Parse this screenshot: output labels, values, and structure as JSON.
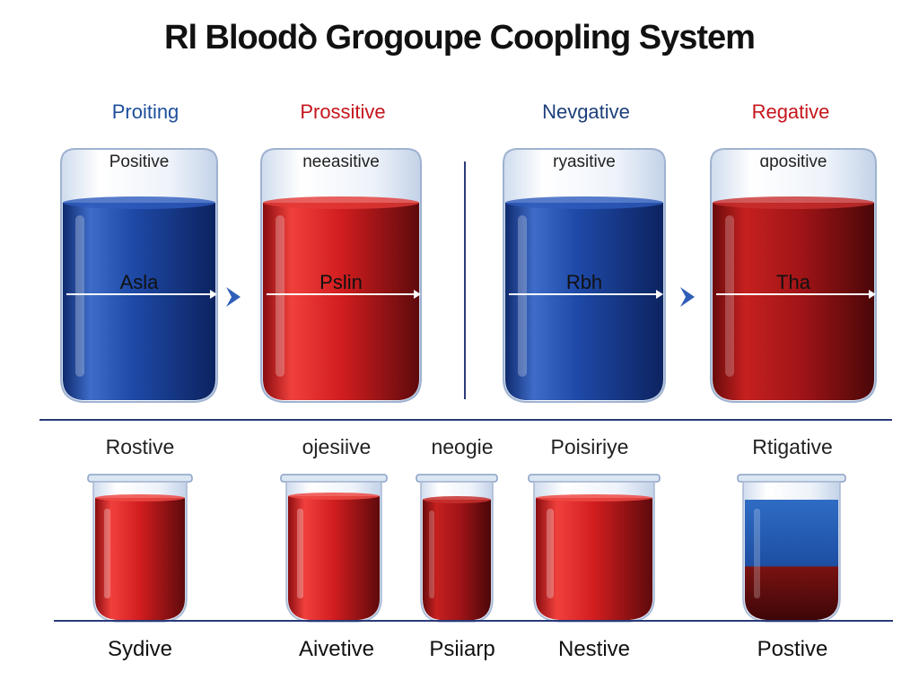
{
  "title": "Rl Bloodꝺ Grogoupe Coopling System",
  "top_headers": [
    {
      "text": "Proiting",
      "color": "#1d4f9c"
    },
    {
      "text": "Prossitive",
      "color": "#c4161c"
    },
    {
      "text": "Nevgative",
      "color": "#1d3f7a"
    },
    {
      "text": "Regative",
      "color": "#c4161c"
    }
  ],
  "large_jars": [
    {
      "top_label": "Positive",
      "mid_label": "Asla",
      "liquid": "blue"
    },
    {
      "top_label": "neeasitive",
      "mid_label": "Pslin",
      "liquid": "red"
    },
    {
      "top_label": "ryasitive",
      "mid_label": "Rbh",
      "liquid": "blue"
    },
    {
      "top_label": "ɑpositive",
      "mid_label": "Tha",
      "liquid": "darkred"
    }
  ],
  "row2_labels": [
    "Rostive",
    "ojesiive",
    "neogie",
    "Poisiriye",
    "Rtigative"
  ],
  "row3_labels": [
    "Sydive",
    "Aivetive",
    "Psiiarp",
    "Nestive",
    "Postive"
  ],
  "colors": {
    "blue": "#1e3f8f",
    "red": "#c8161c",
    "darkred": "#8a1010",
    "line": "#2a3a7a"
  }
}
